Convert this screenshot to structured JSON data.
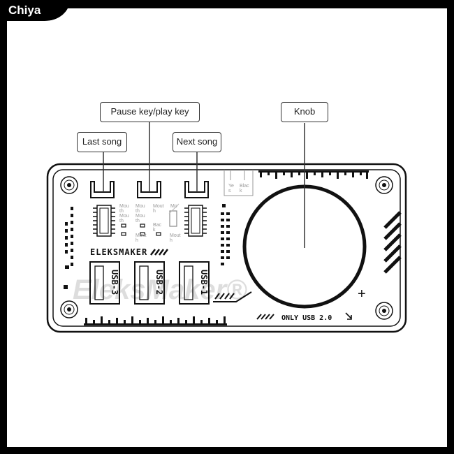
{
  "brand": {
    "name": "Chiya"
  },
  "callouts": {
    "pause_play": "Pause key/play key",
    "last_song": "Last song",
    "next_song": "Next song",
    "knob": "Knob"
  },
  "board": {
    "logo": "ELEKSMAKER",
    "usb_ports": [
      "USB-3",
      "USB-2",
      "USB-1"
    ],
    "only_usb": "ONLY USB 2.0",
    "plus_mark": "+",
    "watermark": "EleksMaker®",
    "silk_labels": {
      "mouth_1a": "Mou",
      "mouth_1b": "th",
      "mouth_1c": "Mou",
      "mouth_1d": "th",
      "mouth_2a": "Mou",
      "mouth_2b": "th",
      "mouth_2c": "Mou",
      "mouth_2d": "th",
      "mouth_2e": "Mout",
      "mouth_2f": "h",
      "mouth_3a": "Mout",
      "mouth_3b": "h",
      "back_a": "Bac",
      "back_b": "k",
      "mouth_4a": "Mout",
      "mouth_4b": "h",
      "mo_short": "Mo",
      "ye_a": "Ye",
      "ye_b": "s",
      "black_a": "Blac",
      "black_b": "k"
    }
  }
}
